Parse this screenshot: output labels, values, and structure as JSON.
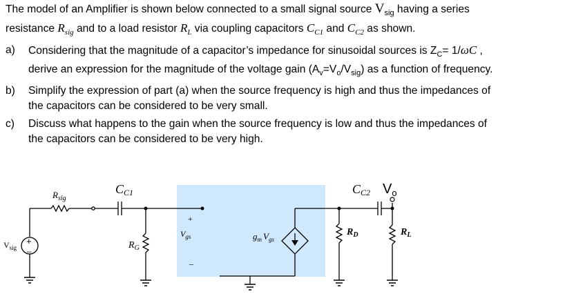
{
  "problem": {
    "intro_1a": "The model of an Amplifier is shown below connected to a small signal source ",
    "vsig_v": "V",
    "vsig_sub": "sig",
    "intro_1b": " having a series",
    "intro_2a": "resistance ",
    "rsig_r": "R",
    "rsig_sub": "sig",
    "intro_2b": " and to a load resistor ",
    "rl_r": "R",
    "rl_sub": "L",
    "intro_2c": " via coupling capacitors ",
    "cc1_c": "C",
    "cc1_sub": "C1",
    "intro_2d": " and ",
    "cc2_c": "C",
    "cc2_sub": "C2",
    "intro_2e": " as shown.",
    "a_label": "a)",
    "a_1a": "Considering that the magnitude of a capacitor’s impedance for sinusoidal sources is Z",
    "a_1_zsub": "C",
    "a_1b": "= 1/",
    "a_1_omega": "ωC",
    "a_1c": " ,",
    "a_2a": "derive an expression for the magnitude of the voltage gain (A",
    "a_2_asub": "v",
    "a_2b": "=V",
    "a_2_vosub": "o",
    "a_2c": "/V",
    "a_2_vsigsub": "sig",
    "a_2d": ") as a function of frequency.",
    "b_label": "b)",
    "b_1": "Simplify the expression of part (a) when the source frequency is high and thus the impedances of",
    "b_2": "the capacitors can be considered to be very small.",
    "c_label": "c)",
    "c_1": "Discuss what happens to the gain when the source frequency is low and thus the impedances of",
    "c_2": "the capacitors can be considered to be very high."
  },
  "circuit": {
    "rsig_main": "R",
    "rsig_sub": "sig",
    "cc1_main": "C",
    "cc1_sub": "C1",
    "cc2_main": "C",
    "cc2_sub": "C2",
    "vo_main": "V",
    "vo_sub": "o",
    "vgs_main": "V",
    "vgs_sub": "gs",
    "plus": "+",
    "minus": "–",
    "gm_main": "g",
    "gm_sub": "m",
    "gm_v": "V",
    "gm_vsub": "gs",
    "rg_main": "R",
    "rg_sub": "G",
    "rd_main": "R",
    "rd_sub": "D",
    "rl_main": "R",
    "rl_sub": "L",
    "vsig_main": "V",
    "vsig_sub": "sig",
    "src_plus": "+",
    "src_minus": "–"
  },
  "colors": {
    "amp_box": "#cfe8fb",
    "wire": "#000000"
  }
}
